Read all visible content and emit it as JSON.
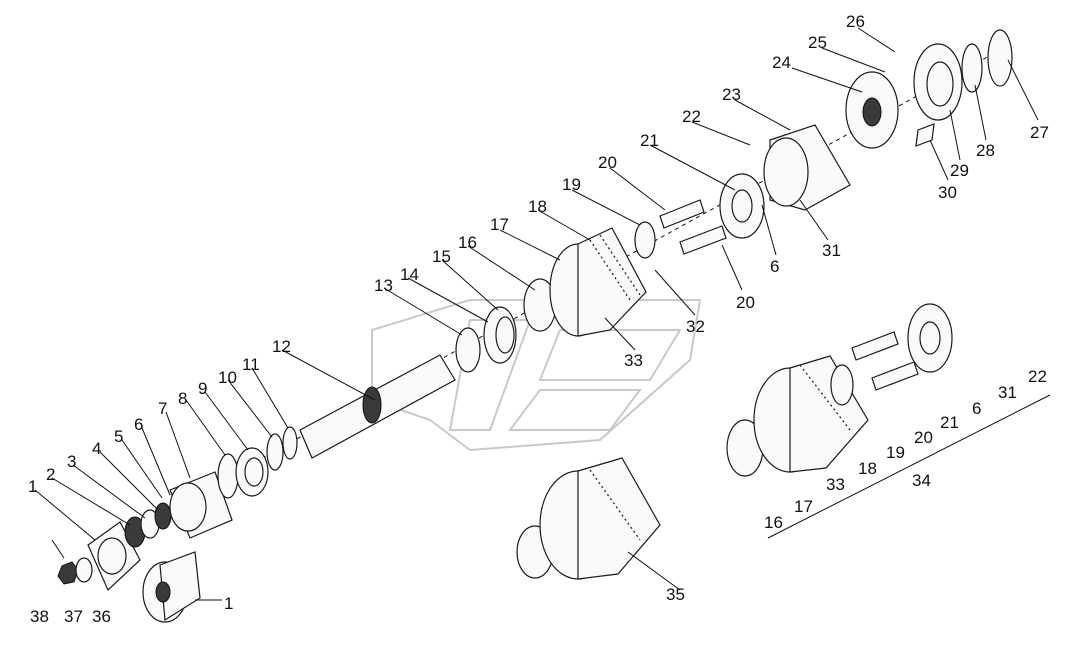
{
  "callouts": [
    "1",
    "2",
    "3",
    "4",
    "5",
    "6",
    "7",
    "8",
    "9",
    "10",
    "11",
    "12",
    "13",
    "14",
    "15",
    "16",
    "17",
    "18",
    "19",
    "20",
    "21",
    "22",
    "23",
    "24",
    "25",
    "26",
    "27",
    "28",
    "29",
    "30",
    "31",
    "32",
    "33",
    "34",
    "35",
    "36",
    "37",
    "38"
  ]
}
